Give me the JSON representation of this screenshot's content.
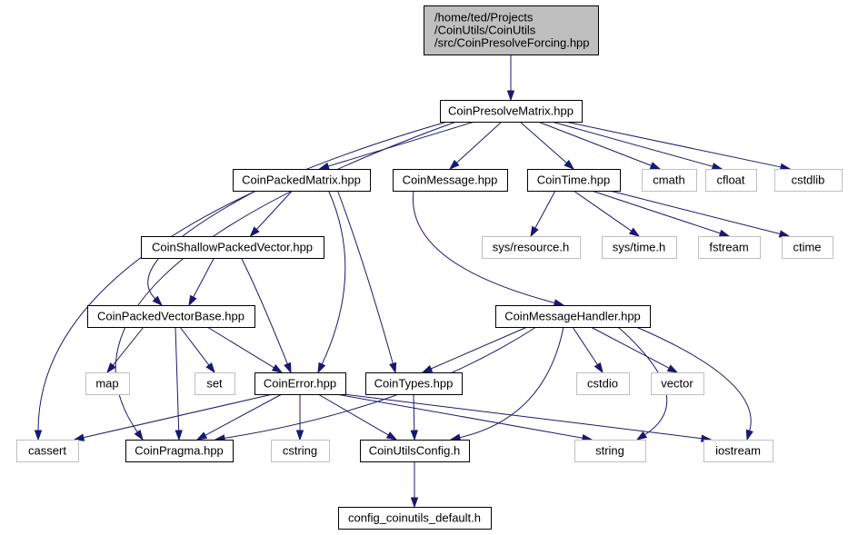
{
  "colors": {
    "edge": "#191970",
    "node_border": "#000000",
    "external_border": "#bfbfbf",
    "root_fill": "#bfbfbf",
    "fill": "#ffffff",
    "external_text": "#3f3f3f"
  },
  "nodes": [
    {
      "id": "root",
      "lines": [
        "/home/ted/Projects",
        "/CoinUtils/CoinUtils",
        "/src/CoinPresolveForcing.hpp"
      ],
      "kind": "root"
    },
    {
      "id": "presolve_matrix",
      "lines": [
        "CoinPresolveMatrix.hpp"
      ],
      "kind": "file"
    },
    {
      "id": "packed_matrix",
      "lines": [
        "CoinPackedMatrix.hpp"
      ],
      "kind": "file"
    },
    {
      "id": "message",
      "lines": [
        "CoinMessage.hpp"
      ],
      "kind": "file"
    },
    {
      "id": "time",
      "lines": [
        "CoinTime.hpp"
      ],
      "kind": "file"
    },
    {
      "id": "cmath",
      "lines": [
        "cmath"
      ],
      "kind": "external"
    },
    {
      "id": "cfloat",
      "lines": [
        "cfloat"
      ],
      "kind": "external"
    },
    {
      "id": "cstdlib",
      "lines": [
        "cstdlib"
      ],
      "kind": "external"
    },
    {
      "id": "shallow",
      "lines": [
        "CoinShallowPackedVector.hpp"
      ],
      "kind": "file"
    },
    {
      "id": "sys_resource",
      "lines": [
        "sys/resource.h"
      ],
      "kind": "external"
    },
    {
      "id": "sys_time",
      "lines": [
        "sys/time.h"
      ],
      "kind": "external"
    },
    {
      "id": "fstream",
      "lines": [
        "fstream"
      ],
      "kind": "external"
    },
    {
      "id": "ctime",
      "lines": [
        "ctime"
      ],
      "kind": "external"
    },
    {
      "id": "vector_base",
      "lines": [
        "CoinPackedVectorBase.hpp"
      ],
      "kind": "file"
    },
    {
      "id": "msg_handler",
      "lines": [
        "CoinMessageHandler.hpp"
      ],
      "kind": "file"
    },
    {
      "id": "map",
      "lines": [
        "map"
      ],
      "kind": "external"
    },
    {
      "id": "set",
      "lines": [
        "set"
      ],
      "kind": "external"
    },
    {
      "id": "error",
      "lines": [
        "CoinError.hpp"
      ],
      "kind": "file"
    },
    {
      "id": "types",
      "lines": [
        "CoinTypes.hpp"
      ],
      "kind": "file"
    },
    {
      "id": "cstdio",
      "lines": [
        "cstdio"
      ],
      "kind": "external"
    },
    {
      "id": "vector",
      "lines": [
        "vector"
      ],
      "kind": "external"
    },
    {
      "id": "cassert",
      "lines": [
        "cassert"
      ],
      "kind": "external"
    },
    {
      "id": "pragma",
      "lines": [
        "CoinPragma.hpp"
      ],
      "kind": "file"
    },
    {
      "id": "cstring",
      "lines": [
        "cstring"
      ],
      "kind": "external"
    },
    {
      "id": "utils_config",
      "lines": [
        "CoinUtilsConfig.h"
      ],
      "kind": "file"
    },
    {
      "id": "string",
      "lines": [
        "string"
      ],
      "kind": "external"
    },
    {
      "id": "iostream",
      "lines": [
        "iostream"
      ],
      "kind": "external"
    },
    {
      "id": "config_default",
      "lines": [
        "config_coinutils_default.h"
      ],
      "kind": "file"
    }
  ],
  "edges": [
    [
      "root",
      "presolve_matrix"
    ],
    [
      "presolve_matrix",
      "cassert"
    ],
    [
      "presolve_matrix",
      "pragma"
    ],
    [
      "presolve_matrix",
      "packed_matrix"
    ],
    [
      "presolve_matrix",
      "message"
    ],
    [
      "presolve_matrix",
      "time"
    ],
    [
      "presolve_matrix",
      "cmath"
    ],
    [
      "presolve_matrix",
      "cfloat"
    ],
    [
      "presolve_matrix",
      "cstdlib"
    ],
    [
      "packed_matrix",
      "vector_base"
    ],
    [
      "packed_matrix",
      "shallow"
    ],
    [
      "packed_matrix",
      "error"
    ],
    [
      "packed_matrix",
      "types"
    ],
    [
      "message",
      "msg_handler"
    ],
    [
      "time",
      "sys_resource"
    ],
    [
      "time",
      "sys_time"
    ],
    [
      "time",
      "fstream"
    ],
    [
      "time",
      "ctime"
    ],
    [
      "shallow",
      "vector_base"
    ],
    [
      "shallow",
      "error"
    ],
    [
      "vector_base",
      "map"
    ],
    [
      "vector_base",
      "set"
    ],
    [
      "vector_base",
      "pragma"
    ],
    [
      "vector_base",
      "error"
    ],
    [
      "msg_handler",
      "types"
    ],
    [
      "msg_handler",
      "pragma"
    ],
    [
      "msg_handler",
      "utils_config"
    ],
    [
      "msg_handler",
      "cstdio"
    ],
    [
      "msg_handler",
      "vector"
    ],
    [
      "msg_handler",
      "string"
    ],
    [
      "msg_handler",
      "iostream"
    ],
    [
      "error",
      "cassert"
    ],
    [
      "error",
      "pragma"
    ],
    [
      "error",
      "cstring"
    ],
    [
      "error",
      "utils_config"
    ],
    [
      "error",
      "string"
    ],
    [
      "error",
      "iostream"
    ],
    [
      "types",
      "utils_config"
    ],
    [
      "utils_config",
      "config_default"
    ]
  ]
}
